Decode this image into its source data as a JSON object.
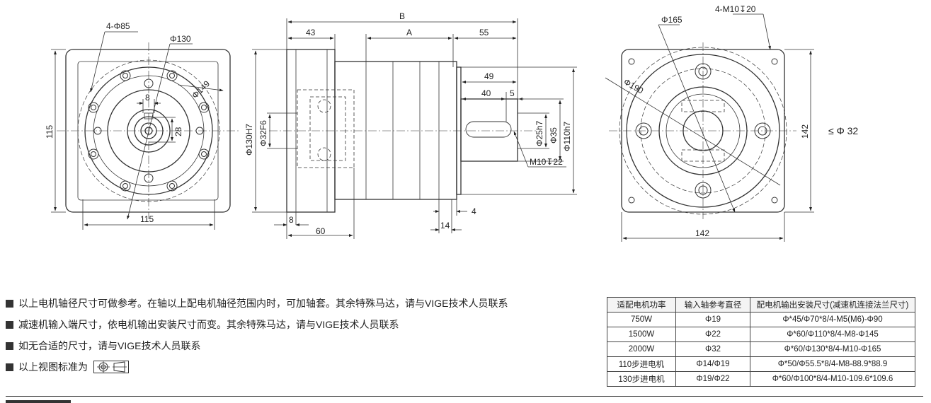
{
  "drawing": {
    "front_view": {
      "dim_4phi85": "4-Φ85",
      "dim_phi130": "Φ130",
      "dim_phi149": "Φ149",
      "dim_8": "8",
      "dim_28": "28",
      "dim_115_h": "115",
      "dim_115_v": "115"
    },
    "side_view": {
      "dim_B": "B",
      "dim_A": "A",
      "dim_43": "43",
      "dim_55": "55",
      "dim_49": "49",
      "dim_40": "40",
      "dim_5": "5",
      "dim_130H7": "Φ130H7",
      "dim_32F6": "Φ32F6",
      "dim_25h7": "Φ25h7",
      "dim_35": "Φ35",
      "dim_110h7": "Φ110h7",
      "dim_M10": "M10↧22",
      "dim_4": "4",
      "dim_14": "14",
      "dim_8": "8",
      "dim_60": "60"
    },
    "rear_view": {
      "dim_phi165": "Φ165",
      "dim_4M10": "4-M10↧20",
      "dim_phi190": "Φ190",
      "dim_142_v": "142",
      "dim_le32": "≤ Φ 32",
      "dim_142_h": "142"
    }
  },
  "notes": [
    "以上电机轴径尺寸可做参考。在轴以上配电机轴径范围内时，可加轴套。其余特殊马达，请与VIGE技术人员联系",
    "减速机输入端尺寸，依电机输出安装尺寸而变。其余特殊马达，请与VIGE技术人员联系",
    "如无合适的尺寸，请与VIGE技术人员联系",
    "以上视图标准为"
  ],
  "table": {
    "headers": [
      "适配电机功率",
      "输入轴参考直径",
      "配电机输出安装尺寸(减速机连接法兰尺寸)"
    ],
    "rows": [
      [
        "750W",
        "Φ19",
        "Φ*45/Φ70*8/4-M5(M6)-Φ90"
      ],
      [
        "1500W",
        "Φ22",
        "Φ*60/Φ110*8/4-M8-Φ145"
      ],
      [
        "2000W",
        "Φ32",
        "Φ*60/Φ130*8/4-M10-Φ165"
      ],
      [
        "110步进电机",
        "Φ14/Φ19",
        "Φ*50/Φ55.5*8/4-M8-88.9*88.9"
      ],
      [
        "130步进电机",
        "Φ19/Φ22",
        "Φ*60/Φ100*8/4-M10-109.6*109.6"
      ]
    ]
  },
  "icons": {
    "projection": "first-angle-projection-icon",
    "bullet": "square-bullet-icon"
  }
}
